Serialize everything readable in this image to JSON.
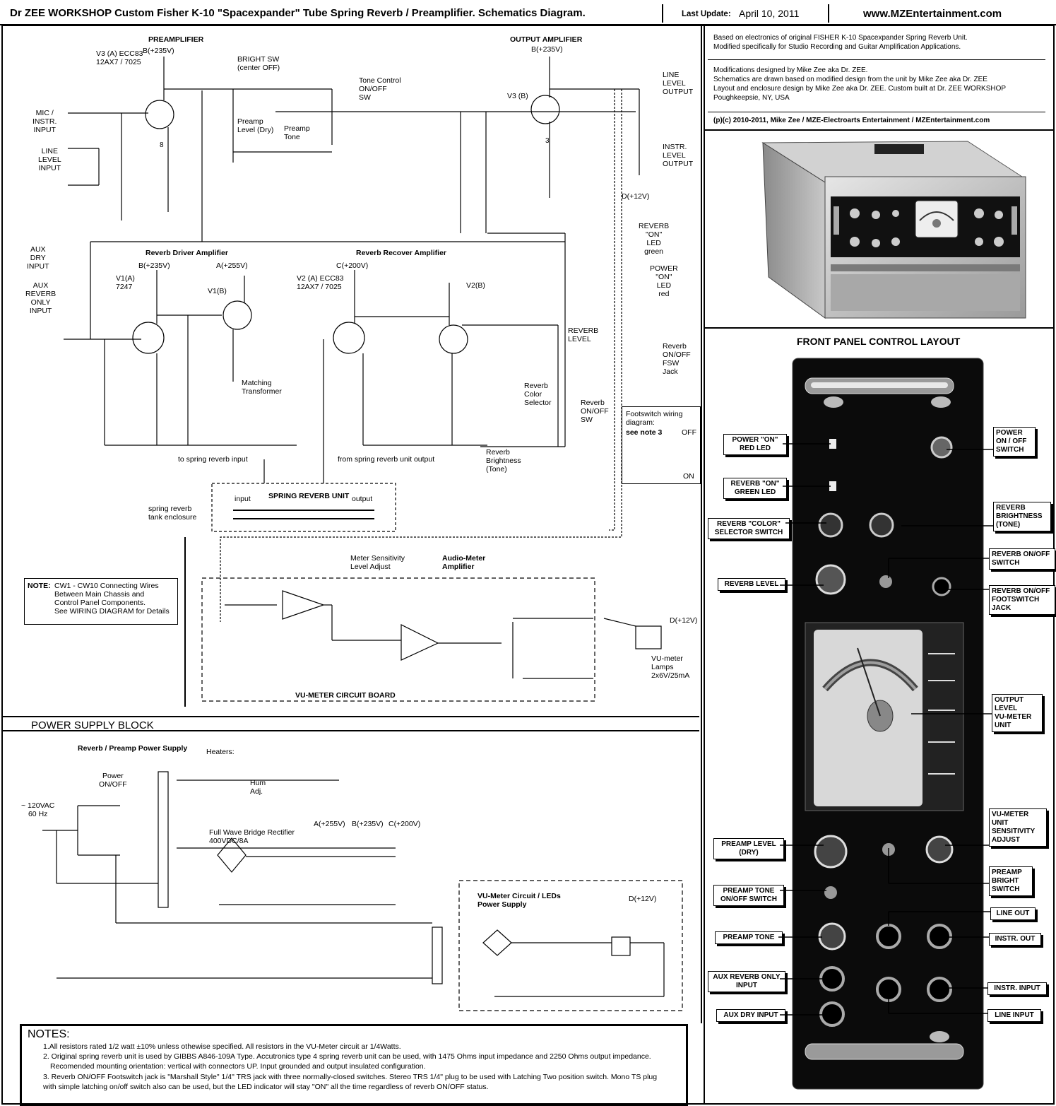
{
  "header": {
    "title": "Dr ZEE WORKSHOP Custom Fisher K-10 \"Spacexpander\" Tube Spring Reverb / Preamplifier. Schematics Diagram.",
    "last_update_label": "Last Update:",
    "last_update_date": "April 10, 2011",
    "website": "www.MZEntertainment.com"
  },
  "info": {
    "p1": "Based on electronics of original FISHER K-10 Spacexpander Spring Reverb Unit.",
    "p2": "Modified specifically for     Studio Recording and Guitar Amplification Applications.",
    "p3": "Modifications designed by Mike Zee aka Dr. ZEE.",
    "p4": "Schematics are drawn based on modified design from the unit by Mike Zee aka Dr. ZEE",
    "p5": "Layout and enclosure design by Mike Zee aka Dr. ZEE. Custom built at Dr. ZEE WORKSHOP",
    "p6": "Poughkeepsie, NY, USA",
    "copyright": "(p)(c) 2010-2011, Mike Zee / MZE-Electroarts Entertainment / MZEntertainment.com"
  },
  "front_panel": {
    "title": "FRONT PANEL CONTROL LAYOUT",
    "callouts_left": [
      "POWER \"ON\"\nRED LED",
      "REVERB \"ON\"\nGREEN LED",
      "REVERB \"COLOR\"\nSELECTOR SWITCH",
      "REVERB LEVEL",
      "PREAMP LEVEL\n(DRY)",
      "PREAMP TONE\nON/OFF SWITCH",
      "PREAMP TONE",
      "AUX REVERB ONLY\nINPUT",
      "AUX DRY INPUT"
    ],
    "callouts_right": [
      "POWER\nON / OFF\nSWITCH",
      "REVERB\nBRIGHTNESS\n(TONE)",
      "REVERB ON/OFF\nSWITCH",
      "REVERB ON/OFF\nFOOTSWITCH\nJACK",
      "OUTPUT\nLEVEL\nVU-METER\nUNIT",
      "VU-METER\nUNIT\nSENSITIVITY\nADJUST",
      "PREAMP\nBRIGHT\nSWITCH",
      "LINE OUT",
      "INSTR. OUT",
      "INSTR. INPUT",
      "LINE INPUT"
    ]
  },
  "sections": {
    "preamp": "PREAMPLIFIER",
    "output_amp": "OUTPUT AMPLIFIER",
    "reverb_driver": "Reverb Driver Amplifier",
    "reverb_recover": "Reverb Recover Amplifier",
    "spring_unit": "SPRING REVERB UNIT",
    "audio_meter": "Audio-Meter\nAmplifier",
    "vu_board": "VU-METER CIRCUIT BOARD",
    "power_block": "POWER SUPPLY BLOCK",
    "reverb_psu": "Reverb / Preamp Power Supply",
    "vu_psu": "VU-Meter Circuit / LEDs\nPower Supply"
  },
  "note_box": {
    "label": "NOTE:",
    "text": "CW1 - CW10 Connecting Wires\nBetween Main Chassis and\nControl Panel Components.\nSee WIRING DIAGRAM for Details"
  },
  "footswitch_box": {
    "text1": "Footswitch wiring\ndiagram:",
    "text2": "see note 3",
    "off": "OFF",
    "on": "ON"
  },
  "notes": {
    "title": "NOTES:",
    "n1": "1.All resistors rated 1/2 watt  ±10% unless othewise specified. All resistors in the VU-Meter circuit ar 1/4Watts.",
    "n2a": "2. Original spring reverb unit is used by GIBBS A846-109A Type.   Accutronics type 4 spring reverb unit can be used, with 1475 Ohms input impedance and 2250 Ohms output impedance.",
    "n2b": "Recomended mounting orientation: vertical with connectors UP.   Input grounded and output insulated configuration.",
    "n3a": "3. Reverb ON/OFF Footswitch jack is \"Marshall Style\" 1/4\" TRS jack with three normally-closed switches. Stereo TRS 1/4\" plug to be used with Latching Two position switch. Mono TS plug",
    "n3b": "with simple latching on/off switch also can be used, but the LED indicator will stay \"ON\" all the time regardless of reverb ON/OFF status."
  },
  "labels": {
    "b235": "B(+235V)",
    "a255": "A(+255V)",
    "c200": "C(+200V)",
    "d12": "D(+12V)",
    "v3a": "V3 (A) ECC83\n12AX7 / 7025",
    "v3b": "V3 (B)",
    "v1a": "V1(A)\n7247",
    "v1b": "V1(B)",
    "v2a": "V2 (A) ECC83\n12AX7 / 7025",
    "v2b": "V2(B)",
    "mic_in": "MIC /\nINSTR.\nINPUT",
    "line_in": "LINE\nLEVEL\nINPUT",
    "aux_dry": "AUX\nDRY\nINPUT",
    "aux_rev": "AUX\nREVERB\nONLY\nINPUT",
    "line_out": "LINE\nLEVEL\nOUTPUT",
    "instr_out": "INSTR.\nLEVEL\nOUTPUT",
    "bright_sw": "BRIGHT SW\n(center OFF)",
    "tone_sw": "Tone Control\nON/OFF\nSW",
    "preamp_level": "Preamp\nLevel (Dry)",
    "preamp_tone": "Preamp\nTone",
    "reverb_level": "REVERB\nLEVEL",
    "reverb_color": "Reverb\nColor\nSelector",
    "reverb_bright": "Reverb\nBrightness\n(Tone)",
    "reverb_sw": "Reverb\nON/OFF\nSW",
    "fsw_jack": "Reverb\nON/OFF\nFSW\nJack",
    "reverb_led": "REVERB\n\"ON\"\nLED\ngreen",
    "power_led": "POWER\n\"ON\"\nLED\nred",
    "matching": "Matching\nTransformer",
    "to_spring": "to spring reverb input",
    "from_spring": "from spring reverb unit output",
    "tank": "spring reverb\ntank enclosure",
    "input": "input",
    "output": "output",
    "meter_sens": "Meter Sensitivity\nLevel Adjust",
    "ac_in": "~ 120VAC\n60 Hz",
    "power_sw": "Power\nON/OFF",
    "bridge": "Full Wave Bridge Rectifier\n400VDC/8A",
    "heaters": "Heaters:",
    "hum": "Hum\nAdj.",
    "vu_lamps": "VU-meter\nLamps\n2x6V/25mA"
  }
}
